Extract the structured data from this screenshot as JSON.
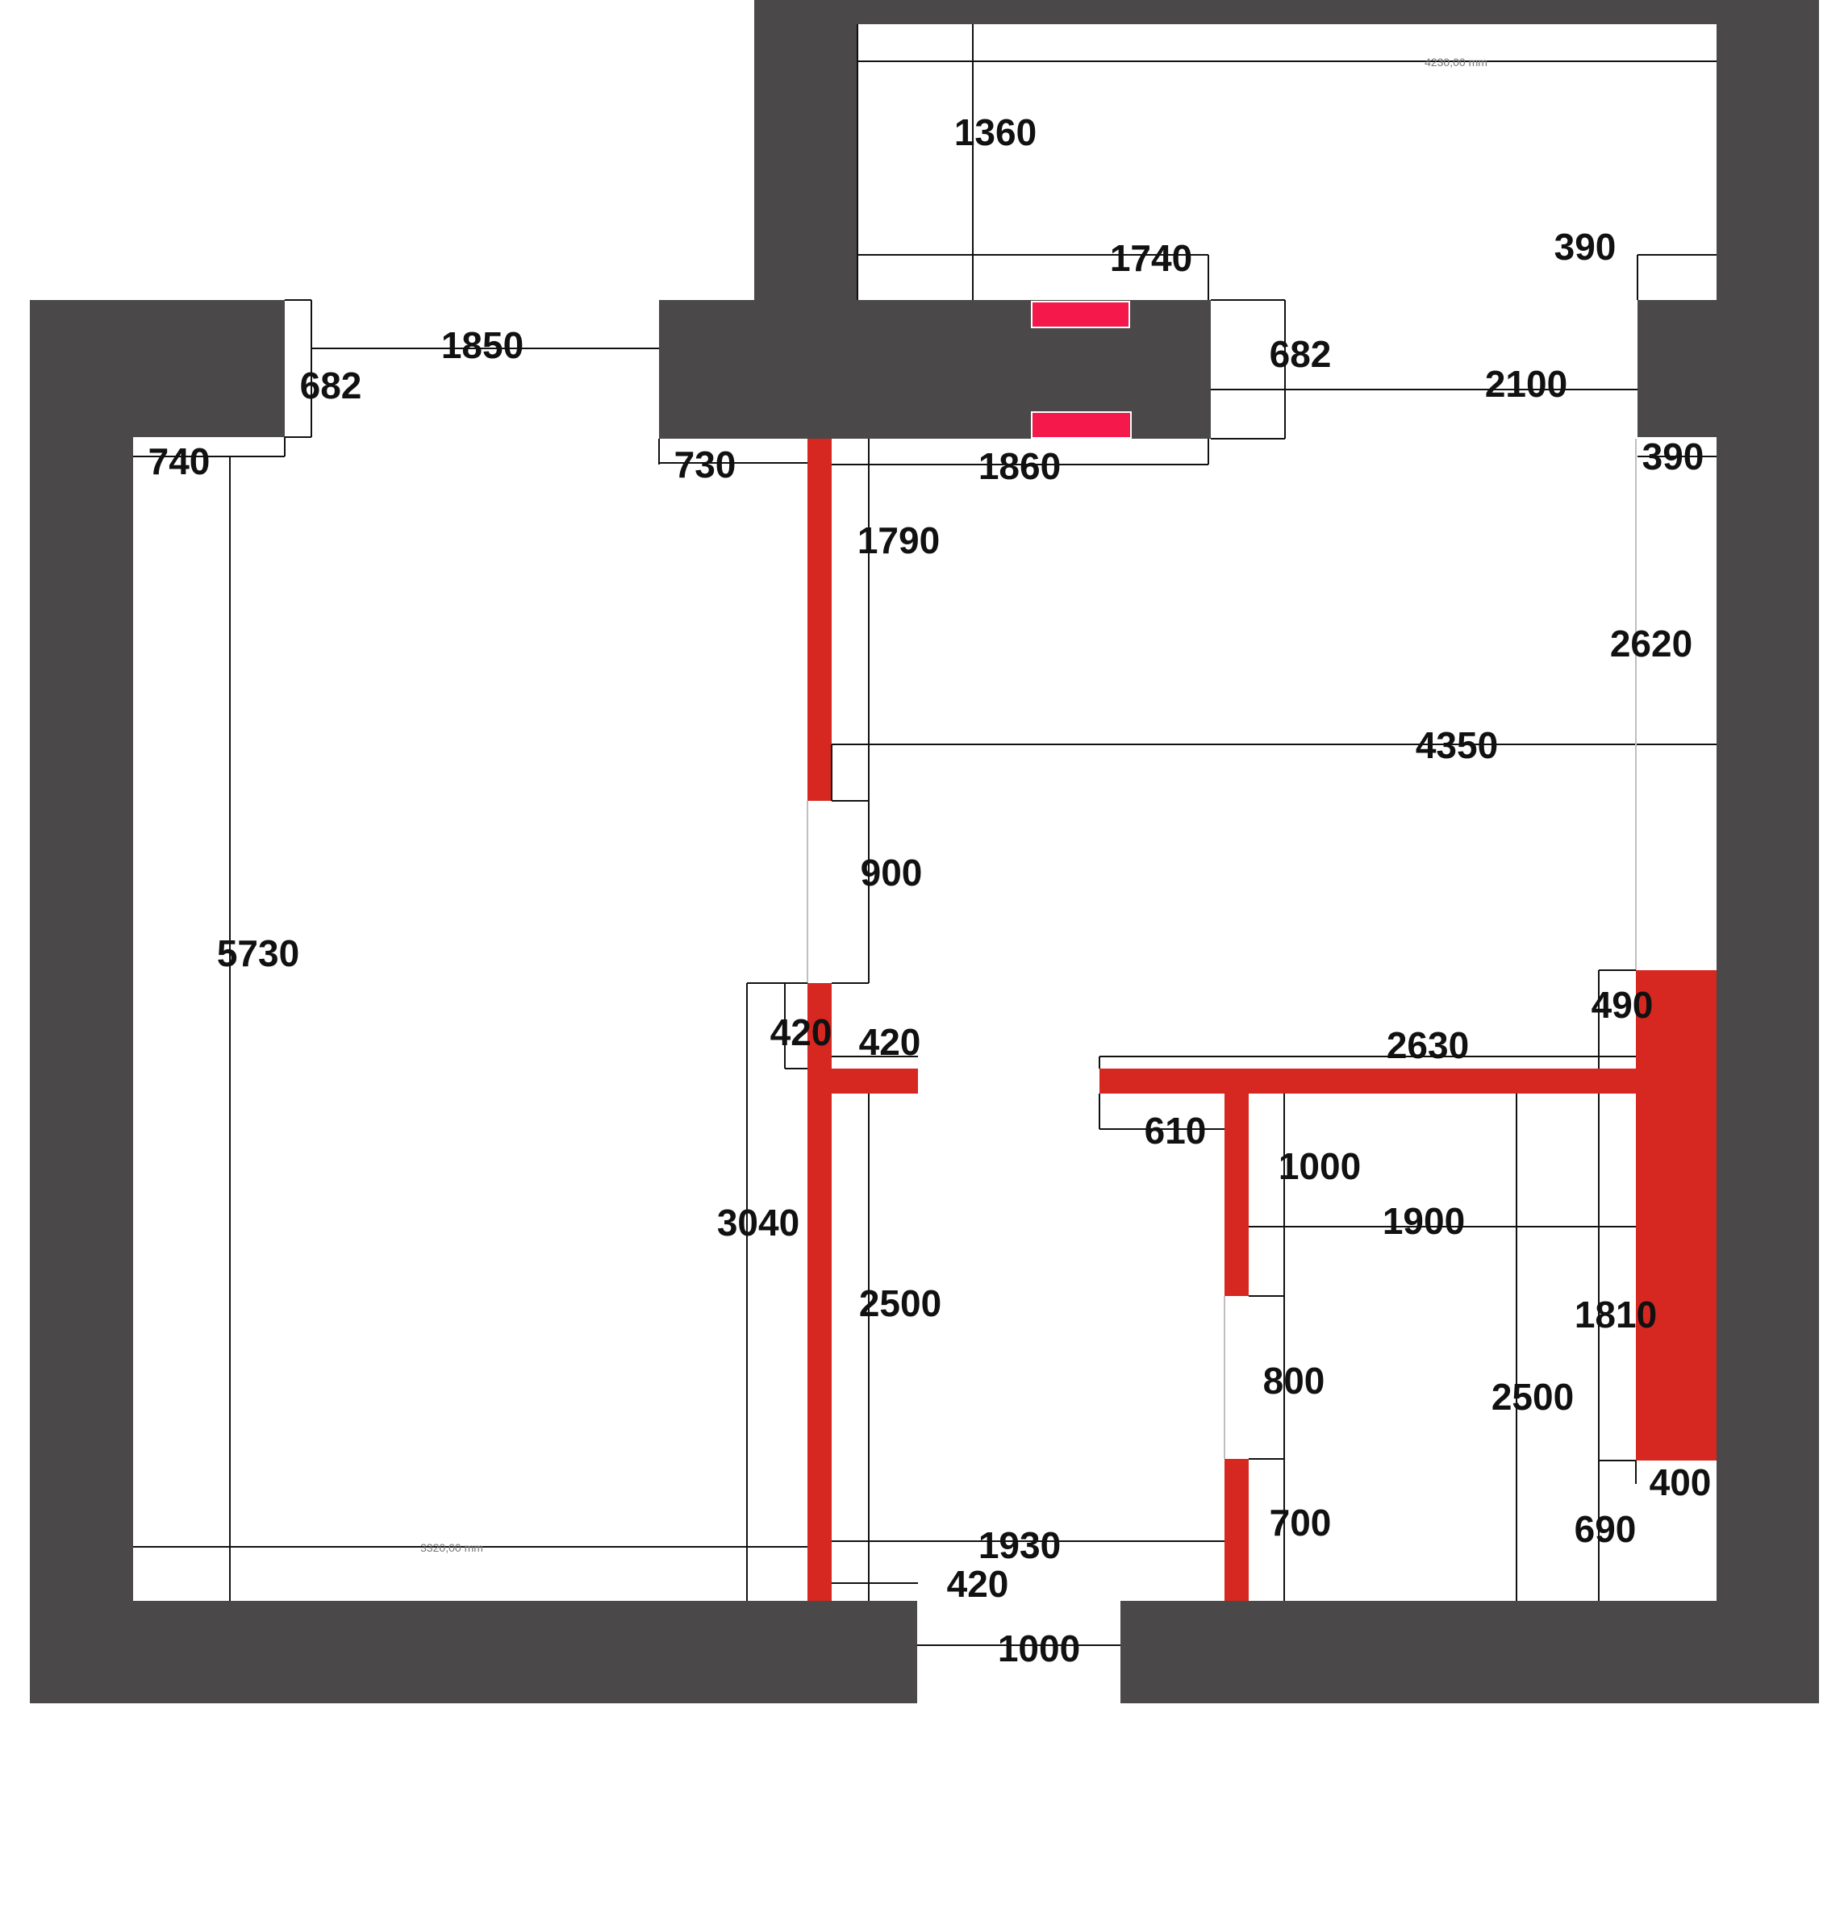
{
  "colors": {
    "wall": "#4a4848",
    "partition": "#d62720",
    "vent": "#f5184a",
    "background": "#ffffff",
    "dimension_line": "#111111"
  },
  "dimensions": {
    "d_4230": "4230,00 mm",
    "d_1360": "1360",
    "d_1740": "1740",
    "d_390_top": "390",
    "d_1850": "1850",
    "d_682_left": "682",
    "d_682_mid": "682",
    "d_2100": "2100",
    "d_740": "740",
    "d_730": "730",
    "d_1860": "1860",
    "d_390_right": "390",
    "d_1790": "1790",
    "d_2620": "2620",
    "d_4350": "4350",
    "d_900": "900",
    "d_5730": "5730",
    "d_490": "490",
    "d_420_a": "420",
    "d_420_b": "420",
    "d_2630": "2630",
    "d_610": "610",
    "d_1000_v": "1000",
    "d_3040": "3040",
    "d_1900": "1900",
    "d_2500_left": "2500",
    "d_1810": "1810",
    "d_800": "800",
    "d_2500_right": "2500",
    "d_400": "400",
    "d_700": "700",
    "d_690": "690",
    "d_3320": "3320,00 mm",
    "d_1930": "1930",
    "d_420_c": "420",
    "d_1000_door": "1000"
  }
}
